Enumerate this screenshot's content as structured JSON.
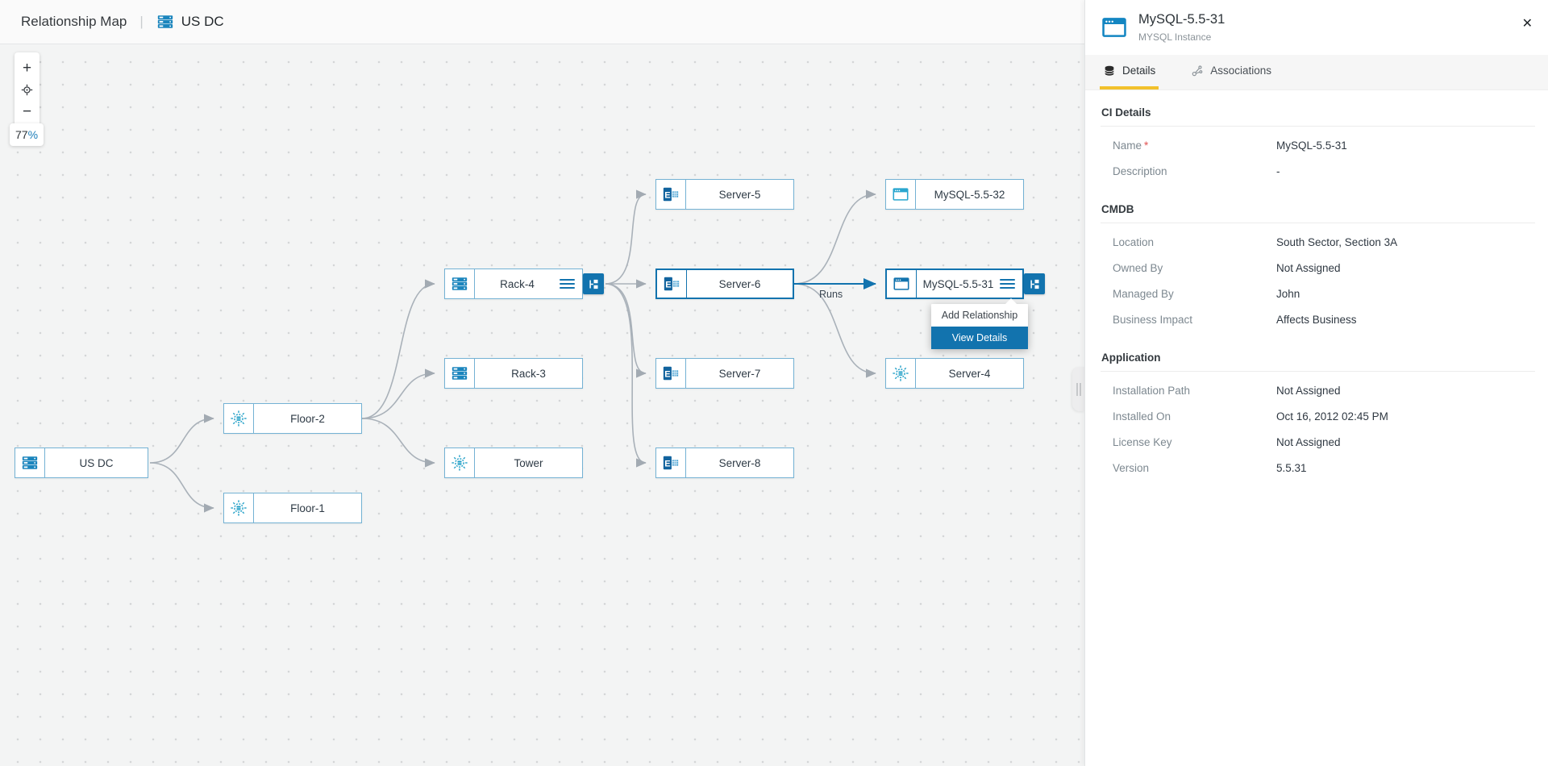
{
  "header": {
    "title": "Relationship Map",
    "separator": "|",
    "map_name": "US DC"
  },
  "zoom_controls": {
    "zoom_in": "+",
    "zoom_out": "−",
    "level_number": "77",
    "level_percent": "%"
  },
  "colors": {
    "accent_blue": "#1273ae",
    "selected_border": "#1273ae",
    "node_border": "#74b2d4",
    "edge_gray": "#a9b1b9",
    "tab_underline": "#f2c12c",
    "canvas_bg": "#f3f4f4"
  },
  "nodes": [
    {
      "label": "US DC",
      "icon": "rack-icon"
    },
    {
      "label": "Floor-2",
      "icon": "floor-icon"
    },
    {
      "label": "Floor-1",
      "icon": "floor-icon"
    },
    {
      "label": "Rack-4",
      "icon": "rack-icon"
    },
    {
      "label": "Rack-3",
      "icon": "rack-icon"
    },
    {
      "label": "Tower",
      "icon": "floor-icon"
    },
    {
      "label": "Server-5",
      "icon": "server-e-icon"
    },
    {
      "label": "Server-6",
      "icon": "server-e-icon"
    },
    {
      "label": "Server-7",
      "icon": "server-e-icon"
    },
    {
      "label": "Server-8",
      "icon": "server-e-icon"
    },
    {
      "label": "MySQL-5.5-32",
      "icon": "app-window-icon"
    },
    {
      "label": "MySQL-5.5-31",
      "icon": "app-window-icon"
    },
    {
      "label": "Server-4",
      "icon": "floor-icon"
    }
  ],
  "edge_label": "Runs",
  "context_menu": {
    "items": [
      {
        "label": "Add Relationship"
      },
      {
        "label": "View Details"
      }
    ]
  },
  "panel": {
    "title": "MySQL-5.5-31",
    "subtitle": "MYSQL Instance",
    "close_label": "✕",
    "required_marker": "*",
    "tabs": [
      {
        "label": "Details"
      },
      {
        "label": "Associations"
      }
    ],
    "sections": [
      {
        "heading": "CI Details",
        "rows": [
          {
            "label": "Name",
            "value": "MySQL-5.5-31"
          },
          {
            "label": "Description",
            "value": "-"
          }
        ]
      },
      {
        "heading": "CMDB",
        "rows": [
          {
            "label": "Location",
            "value": "South Sector, Section 3A"
          },
          {
            "label": "Owned By",
            "value": "Not Assigned"
          },
          {
            "label": "Managed By",
            "value": "John"
          },
          {
            "label": "Business Impact",
            "value": "Affects Business"
          }
        ]
      },
      {
        "heading": "Application",
        "rows": [
          {
            "label": "Installation Path",
            "value": "Not Assigned"
          },
          {
            "label": "Installed On",
            "value": "Oct 16, 2012 02:45 PM"
          },
          {
            "label": "License Key",
            "value": "Not Assigned"
          },
          {
            "label": "Version",
            "value": "5.5.31"
          }
        ]
      }
    ]
  }
}
